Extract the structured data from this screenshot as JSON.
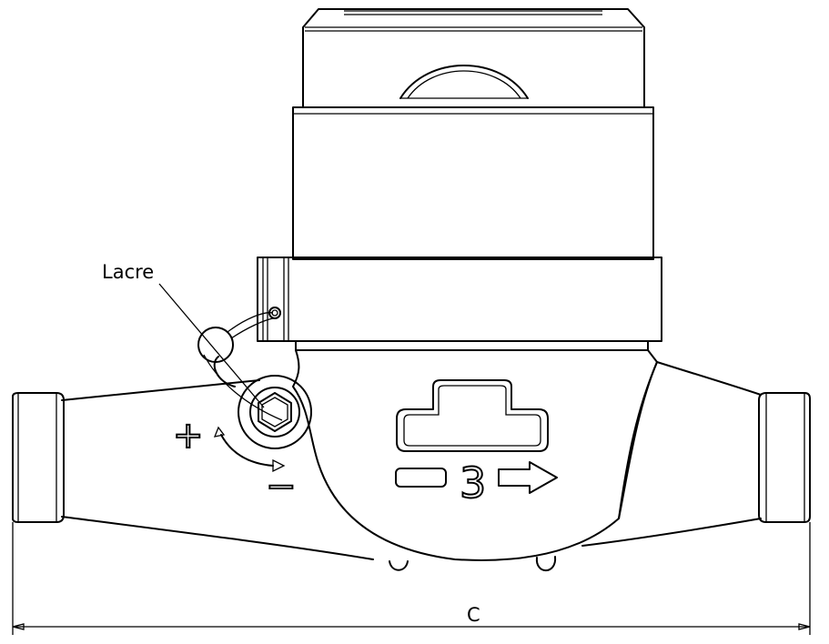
{
  "labels": {
    "seal": "Lacre",
    "plus": "+",
    "minus": "−",
    "number": "3",
    "dimension": "C"
  },
  "colors": {
    "line": "#000000",
    "background": "#ffffff"
  },
  "icons": {
    "flow_arrow": "flow-direction-arrow-icon",
    "adjust_arrow": "adjustment-rotation-arrow-icon"
  }
}
